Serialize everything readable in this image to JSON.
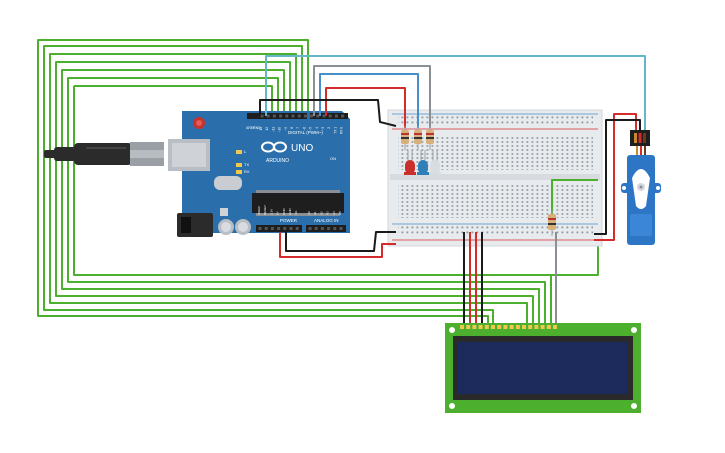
{
  "arduino": {
    "brand": "ARDUINO",
    "model": "UNO",
    "digital_label": "DIGITAL (PWM~)",
    "power_label": "POWER",
    "analog_label": "ANALOG IN",
    "aref_label": "AREF",
    "gnd_label": "GND",
    "tx_label": "TX",
    "rx_label": "RX",
    "l_label": "L",
    "on_label": "ON",
    "digital_pins": [
      "13",
      "12",
      "~11",
      "~10",
      "~9",
      "8",
      "7",
      "~6",
      "~5",
      "4",
      "~3",
      "2",
      "TX 1",
      "RX 0"
    ],
    "power_pins": [
      "IOREF",
      "RESET",
      "3.3V",
      "5V",
      "GND",
      "GND",
      "Vin"
    ],
    "analog_pins": [
      "A0",
      "A1",
      "A2",
      "A3",
      "A4",
      "A5"
    ]
  },
  "components": {
    "leds": [
      {
        "name": "red-led",
        "color": "#c9302c"
      },
      {
        "name": "blue-led",
        "color": "#2f7fb8"
      },
      {
        "name": "white-led",
        "color": "#d8dde2"
      }
    ],
    "lcd": {
      "screen_color": "#1c2a5c",
      "board_color": "#4caf2d"
    },
    "servo": {
      "body_color": "#2d76c6"
    }
  },
  "colors": {
    "wire_green": "#4caf2d",
    "wire_red": "#d62b2b",
    "wire_black": "#1a1a1a",
    "wire_blue": "#4a8ec9",
    "wire_cyan": "#63b7c9",
    "wire_gray": "#8a8f96",
    "arduino_board": "#2a6fab",
    "breadboard": "#e8ebee"
  }
}
